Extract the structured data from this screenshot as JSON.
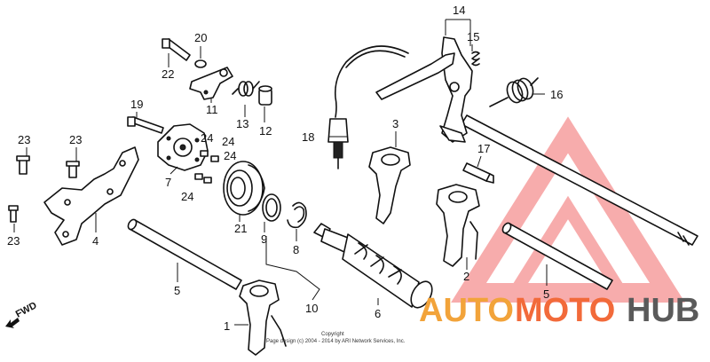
{
  "callouts": [
    "14",
    "15",
    "20",
    "22",
    "16",
    "19",
    "11",
    "13",
    "12",
    "3",
    "23",
    "23",
    "24",
    "24",
    "18",
    "7",
    "24",
    "24",
    "17",
    "4",
    "23",
    "21",
    "9",
    "8",
    "5",
    "2",
    "5",
    "10",
    "6",
    "1"
  ],
  "fwd_label": "FWD",
  "copyright": {
    "line1": "Copyright",
    "line2": "Page design (c) 2004 - 2014 by ARI Network Services, Inc."
  },
  "watermark": {
    "brand_parts": [
      "AUTO",
      "MOTO",
      "HUB"
    ],
    "colors": {
      "auto": "#f2a33a",
      "moto": "#f26a3a",
      "hub": "#5a5a5a",
      "triangle": "#f26a6a"
    }
  }
}
